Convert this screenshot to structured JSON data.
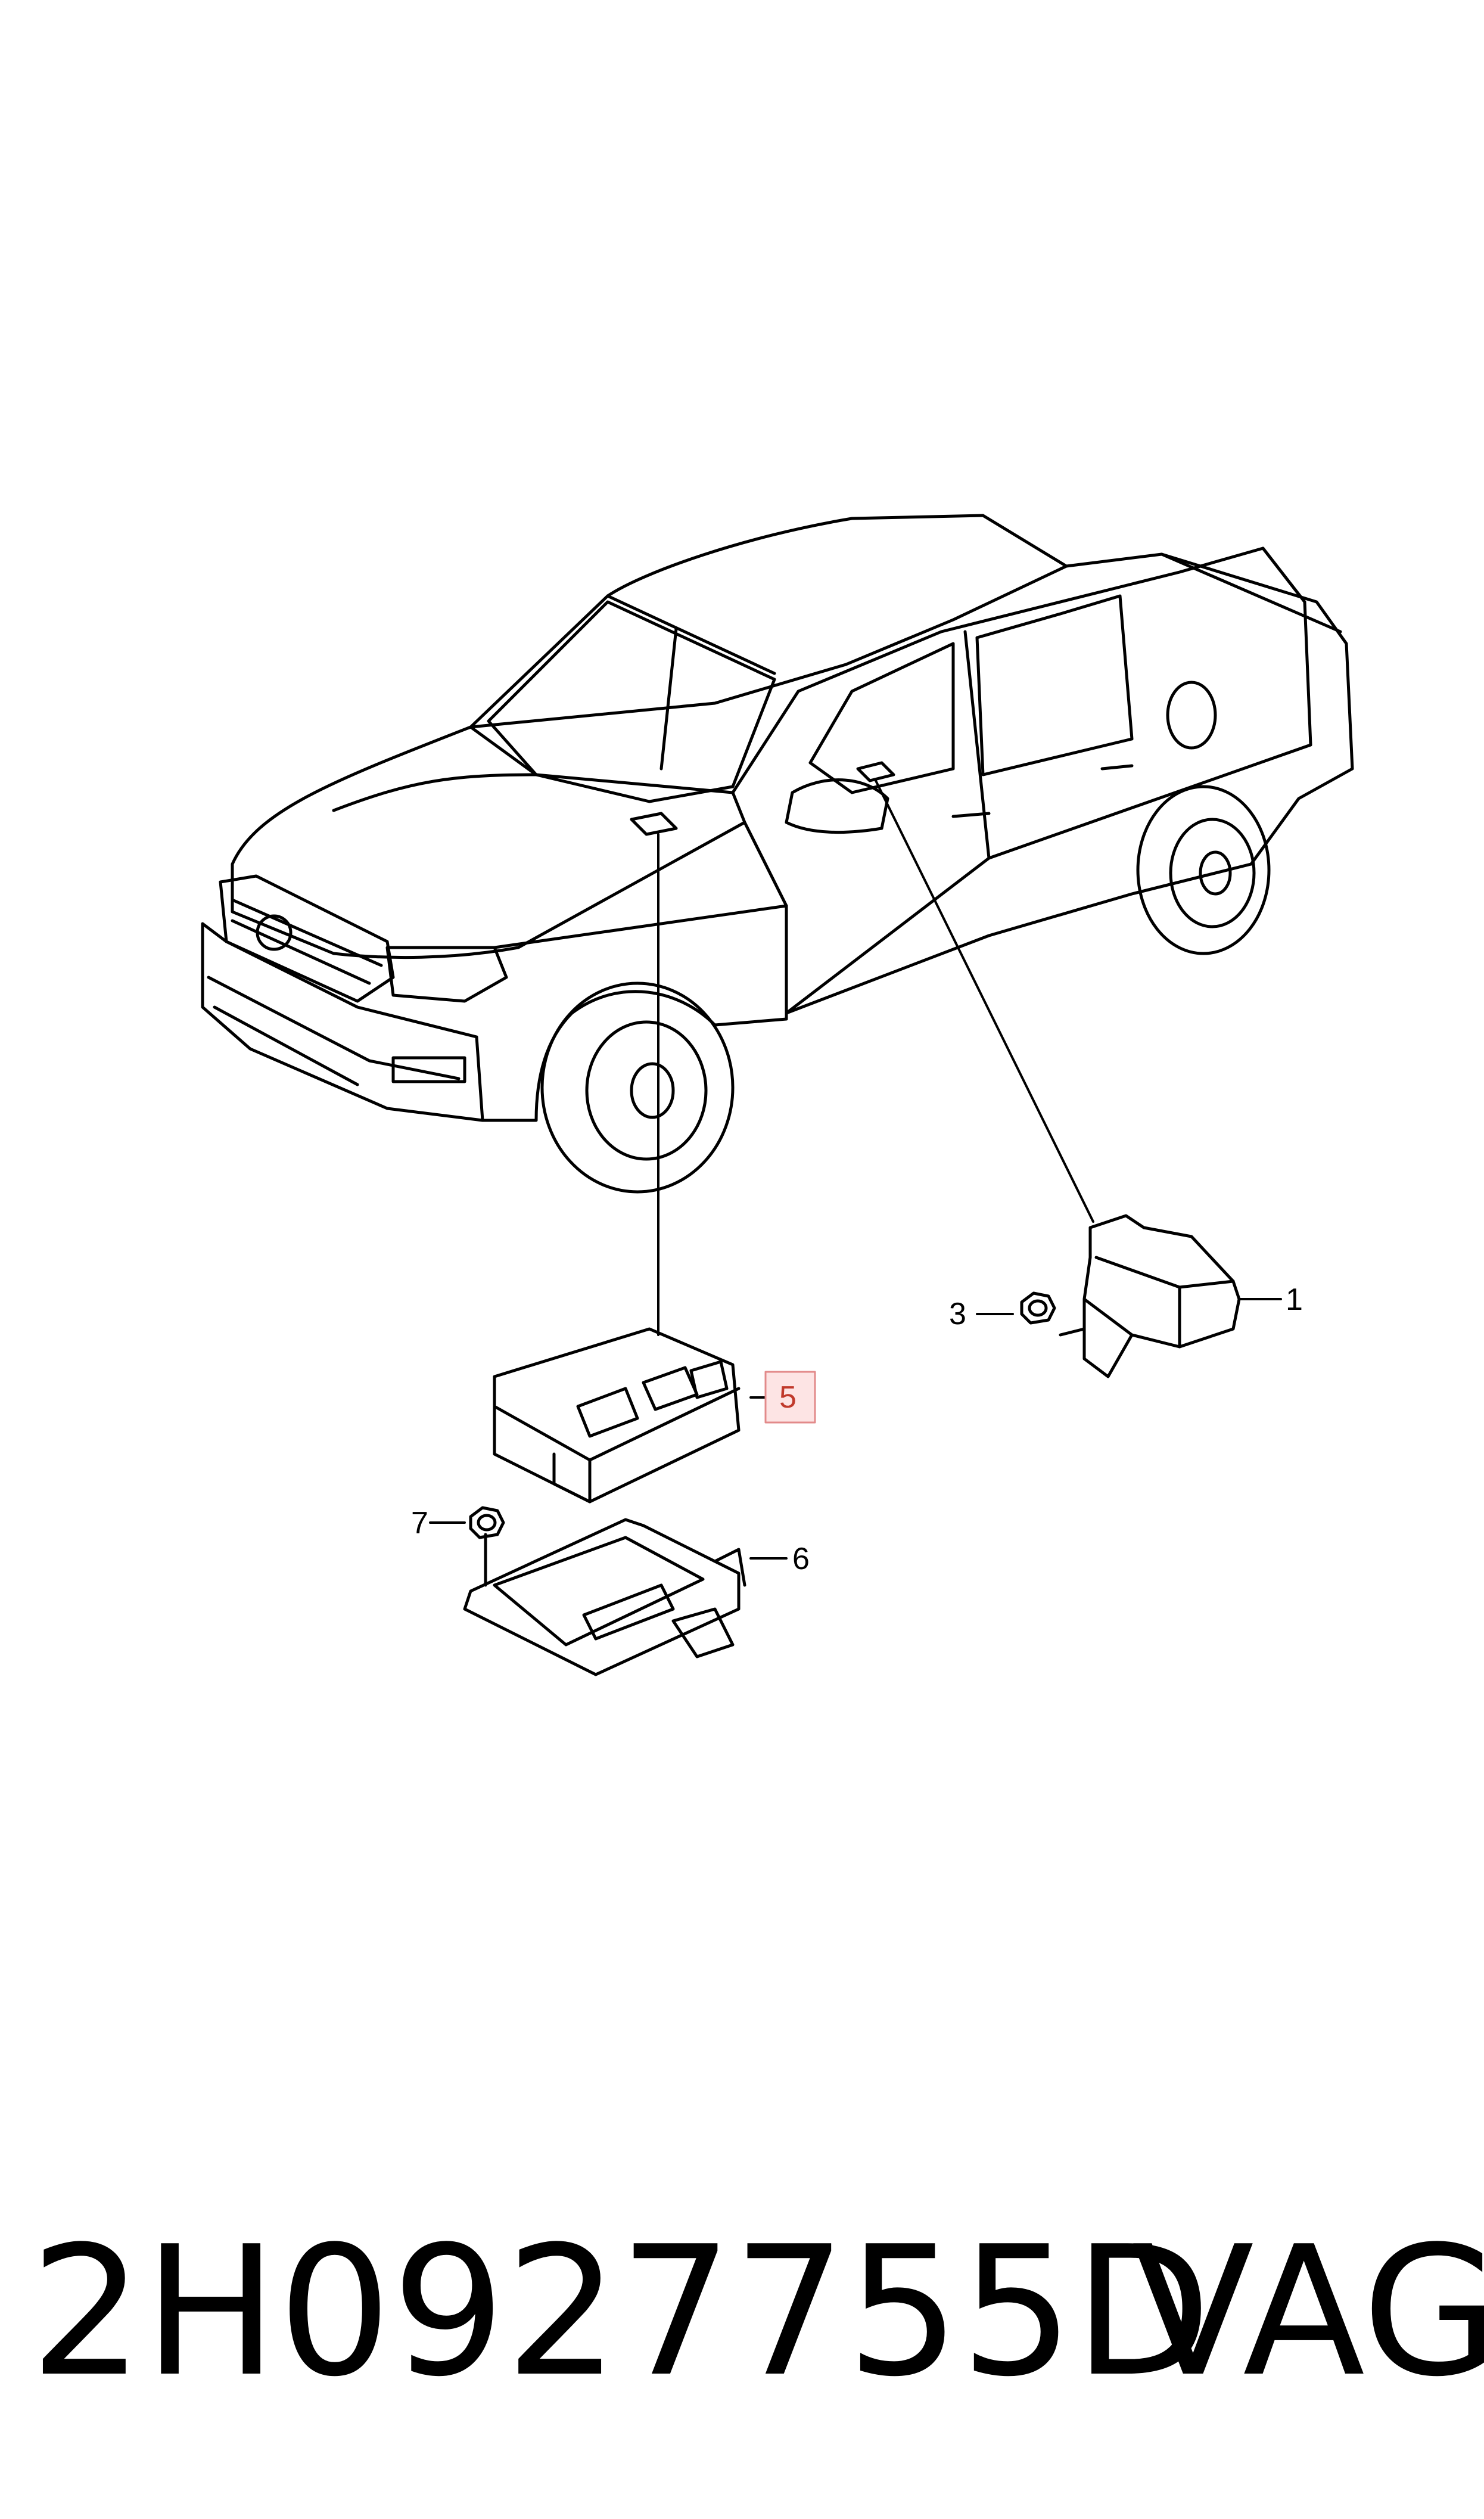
{
  "diagram": {
    "callouts": [
      {
        "id": "1",
        "label": "1",
        "highlighted": false
      },
      {
        "id": "3",
        "label": "3",
        "highlighted": false
      },
      {
        "id": "5",
        "label": "5",
        "highlighted": true
      },
      {
        "id": "6",
        "label": "6",
        "highlighted": false
      },
      {
        "id": "7",
        "label": "7",
        "highlighted": false
      }
    ],
    "highlight_fill": "#fde4e4",
    "highlight_stroke": "#e28a8a",
    "line_color": "#000000"
  },
  "footer": {
    "part_number": "2H0927755D",
    "brand": "VAG"
  }
}
